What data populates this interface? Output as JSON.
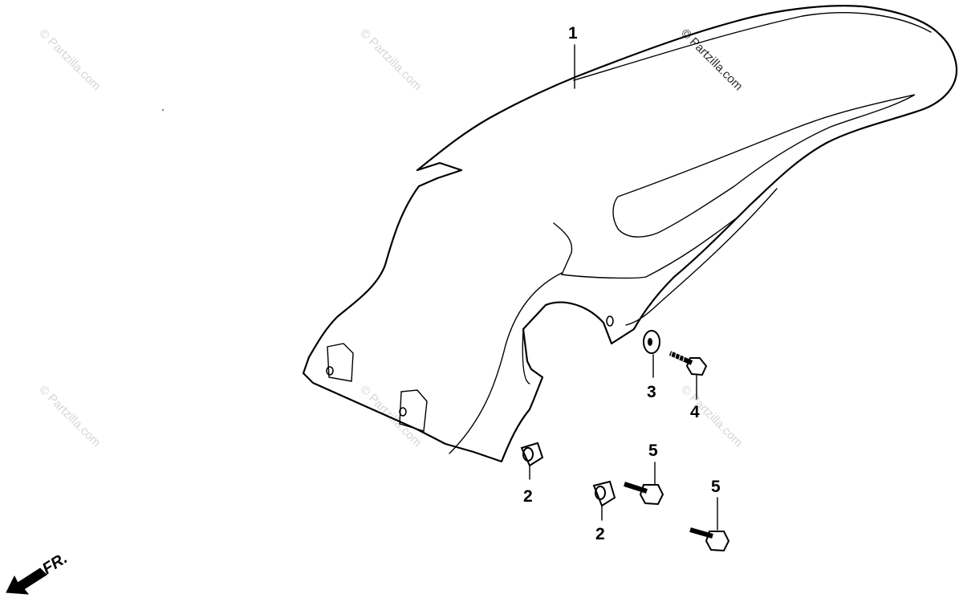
{
  "watermark": {
    "text": "© Partzilla.com"
  },
  "parts": [
    {
      "callout": "1"
    },
    {
      "callout": "2"
    },
    {
      "callout": "2"
    },
    {
      "callout": "3"
    },
    {
      "callout": "4"
    },
    {
      "callout": "5"
    },
    {
      "callout": "5"
    }
  ],
  "direction_marker": {
    "label": "FR."
  }
}
